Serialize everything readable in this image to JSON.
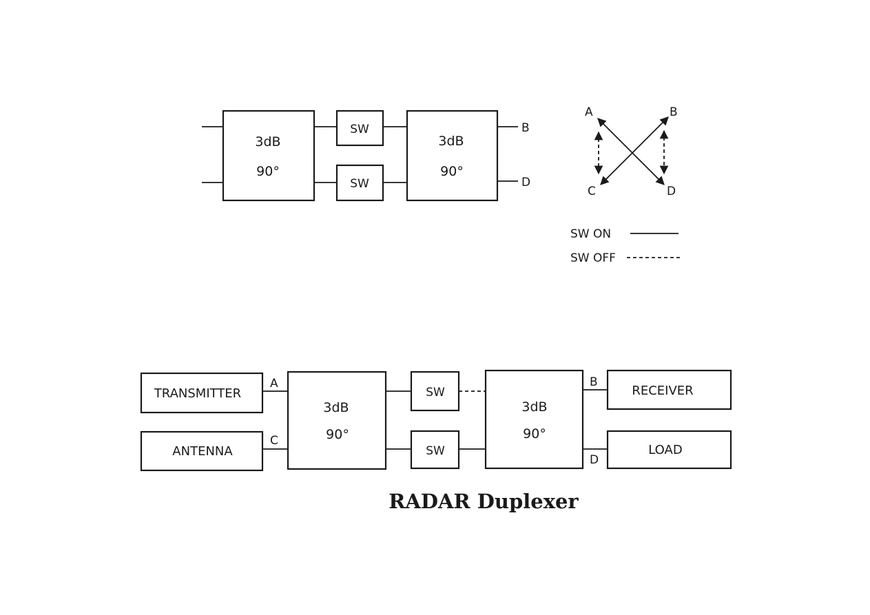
{
  "top_diagram": {
    "hybrid_1": {
      "line1": "3dB",
      "line2": "90°"
    },
    "switch_1": "SW",
    "switch_2": "SW",
    "hybrid_2": {
      "line1": "3dB",
      "line2": "90°"
    },
    "port_b": "B",
    "port_d": "D"
  },
  "port_map": {
    "a": "A",
    "b": "B",
    "c": "C",
    "d": "D"
  },
  "legend": {
    "on_label": "SW ON",
    "off_label": "SW OFF"
  },
  "bottom_diagram": {
    "transmitter": "TRANSMITTER",
    "antenna": "ANTENNA",
    "port_a": "A",
    "port_c": "C",
    "hybrid_1": {
      "line1": "3dB",
      "line2": "90°"
    },
    "switch_1": "SW",
    "switch_2": "SW",
    "hybrid_2": {
      "line1": "3dB",
      "line2": "90°"
    },
    "port_b": "B",
    "port_d": "D",
    "receiver": "RECEIVER",
    "load": "LOAD"
  },
  "caption": "RADAR Duplexer"
}
